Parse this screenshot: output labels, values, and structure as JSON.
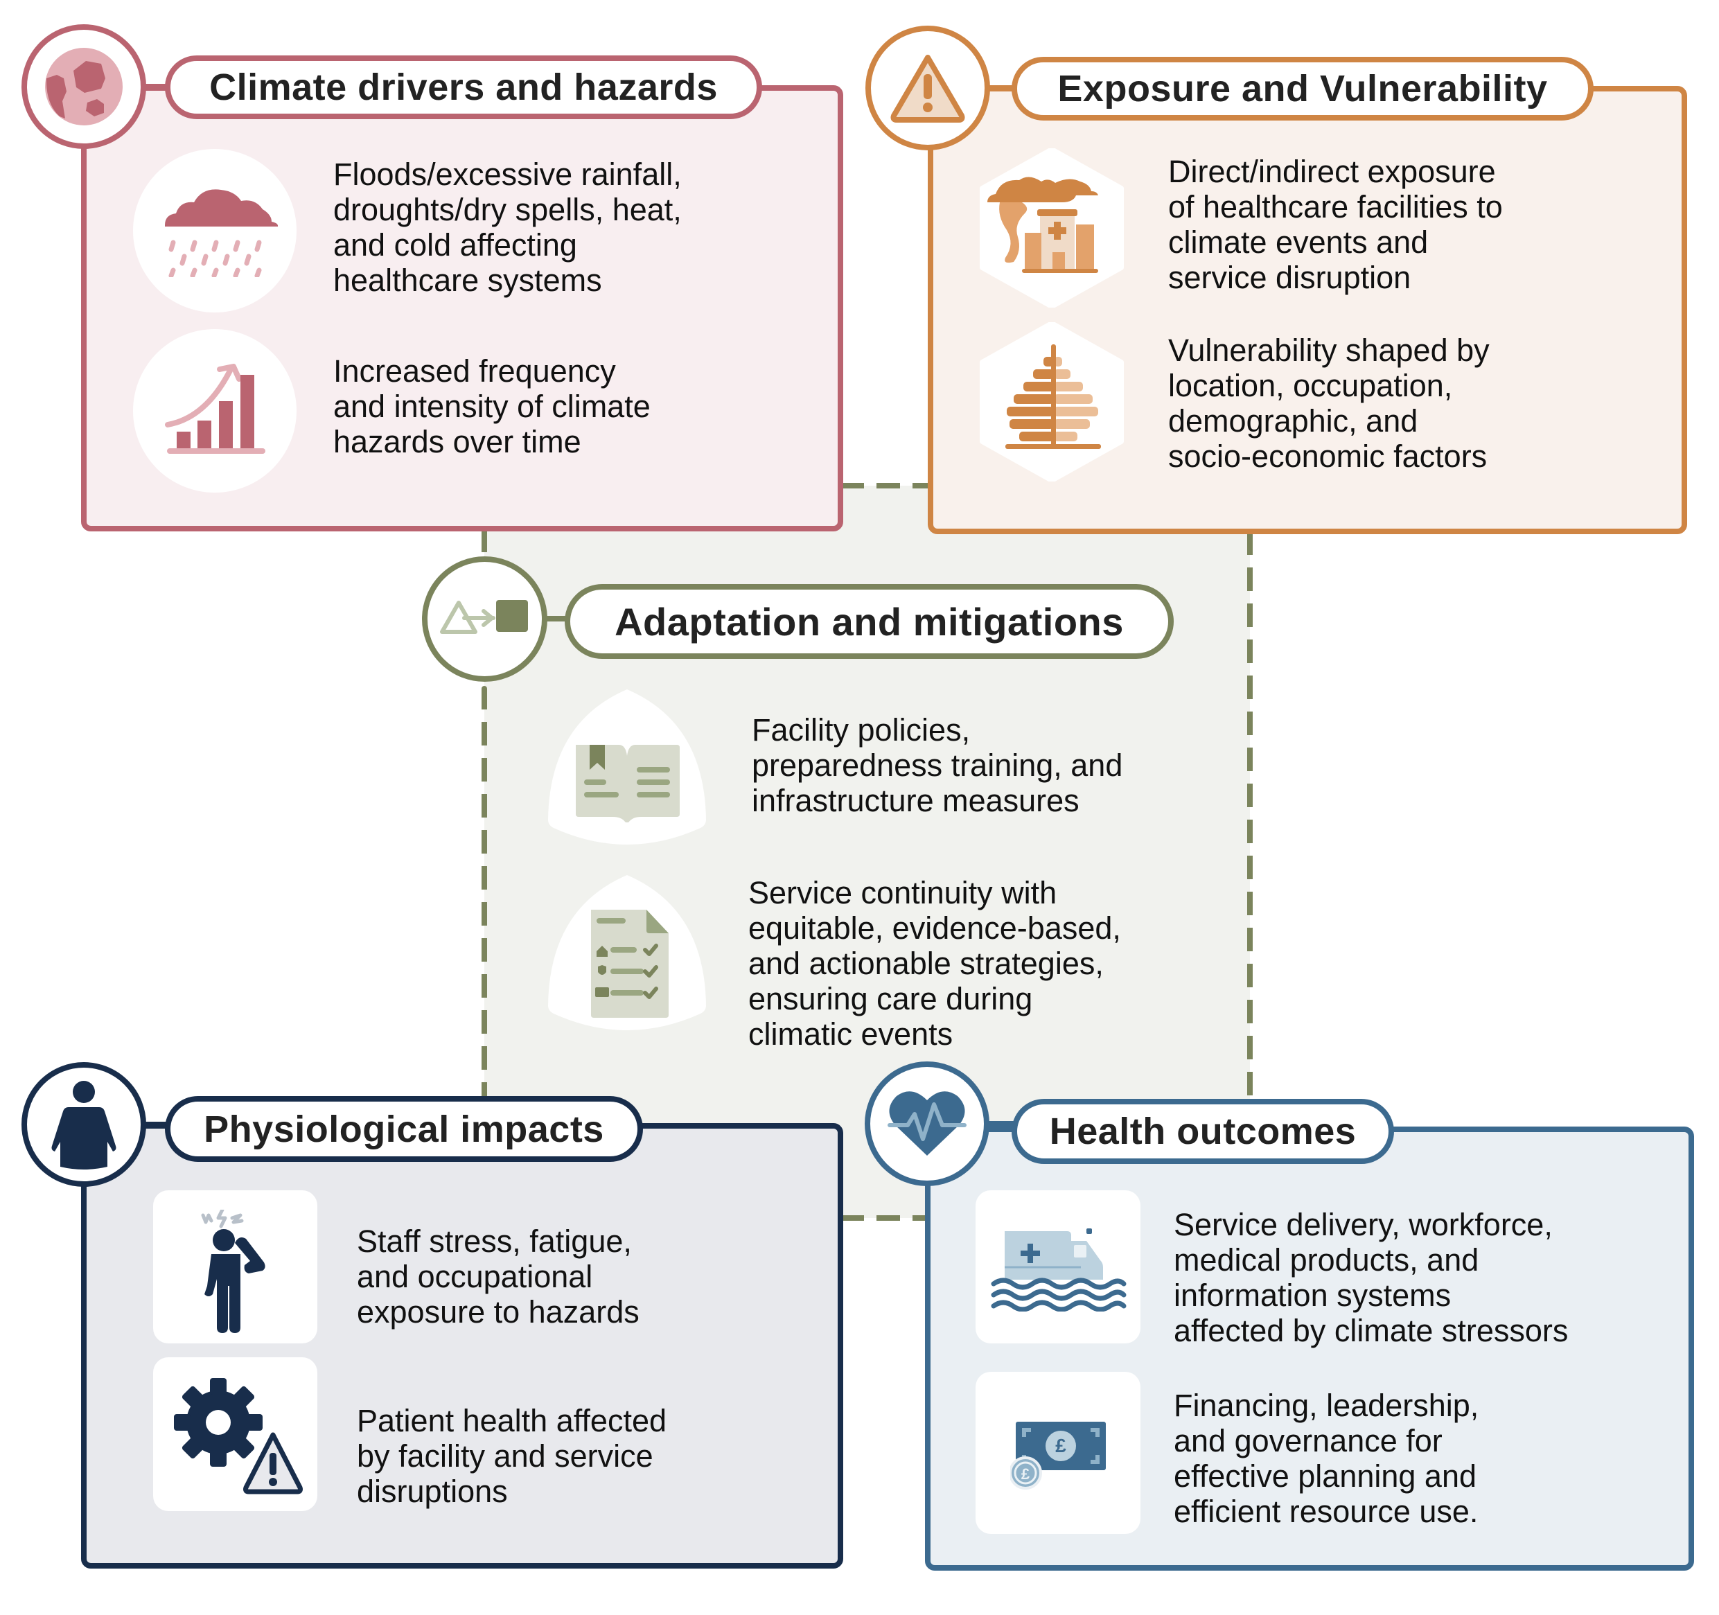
{
  "colors": {
    "climate": "#ba6470",
    "climate_bg": "#f8eef0",
    "exposure": "#cf8544",
    "exposure_bg": "#f9f1ec",
    "adaptation": "#7b845c",
    "adaptation_bg": "#f1f2ee",
    "physiological": "#182d4b",
    "physiological_bg": "#e8e9ed",
    "health": "#3c6a8f",
    "health_bg": "#eaeff3"
  },
  "sections": {
    "climate": {
      "title": "Climate drivers and hazards",
      "icon": "globe-icon",
      "items": [
        {
          "icon": "rain-cloud-icon",
          "text": "Floods/excessive rainfall,\ndroughts/dry spells, heat,\nand cold affecting\nhealthcare systems"
        },
        {
          "icon": "rising-bar-chart-icon",
          "text": "Increased frequency\nand intensity of climate\nhazards over time"
        }
      ]
    },
    "exposure": {
      "title": "Exposure and Vulnerability",
      "icon": "warning-triangle-icon",
      "items": [
        {
          "icon": "storm-hospital-icon",
          "text": "Direct/indirect exposure\nof healthcare facilities to\nclimate events and\nservice disruption"
        },
        {
          "icon": "population-pyramid-icon",
          "text": "Vulnerability shaped by\nlocation, occupation,\ndemographic, and\nsocio-economic factors"
        }
      ]
    },
    "adaptation": {
      "title": "Adaptation and mitigations",
      "icon": "triangle-to-square-icon",
      "items": [
        {
          "icon": "open-book-icon",
          "text": "Facility policies,\npreparedness training, and\ninfrastructure measures"
        },
        {
          "icon": "checklist-document-icon",
          "text": "Service continuity with\nequitable, evidence-based,\nand actionable strategies,\nensuring care during\nclimatic events"
        }
      ]
    },
    "physiological": {
      "title": "Physiological impacts",
      "icon": "person-icon",
      "items": [
        {
          "icon": "stressed-person-icon",
          "text": "Staff stress, fatigue,\nand occupational\nexposure to hazards"
        },
        {
          "icon": "gear-warning-icon",
          "text": "Patient health affected\nby facility and service\ndisruptions"
        }
      ]
    },
    "health": {
      "title": "Health outcomes",
      "icon": "heartbeat-icon",
      "items": [
        {
          "icon": "flooded-ambulance-icon",
          "text": "Service delivery, workforce,\nmedical products, and\ninformation systems\naffected by climate stressors"
        },
        {
          "icon": "pound-banknote-icon",
          "text": "Financing, leadership,\nand governance for\neffective planning and\nefficient resource use."
        }
      ]
    }
  }
}
